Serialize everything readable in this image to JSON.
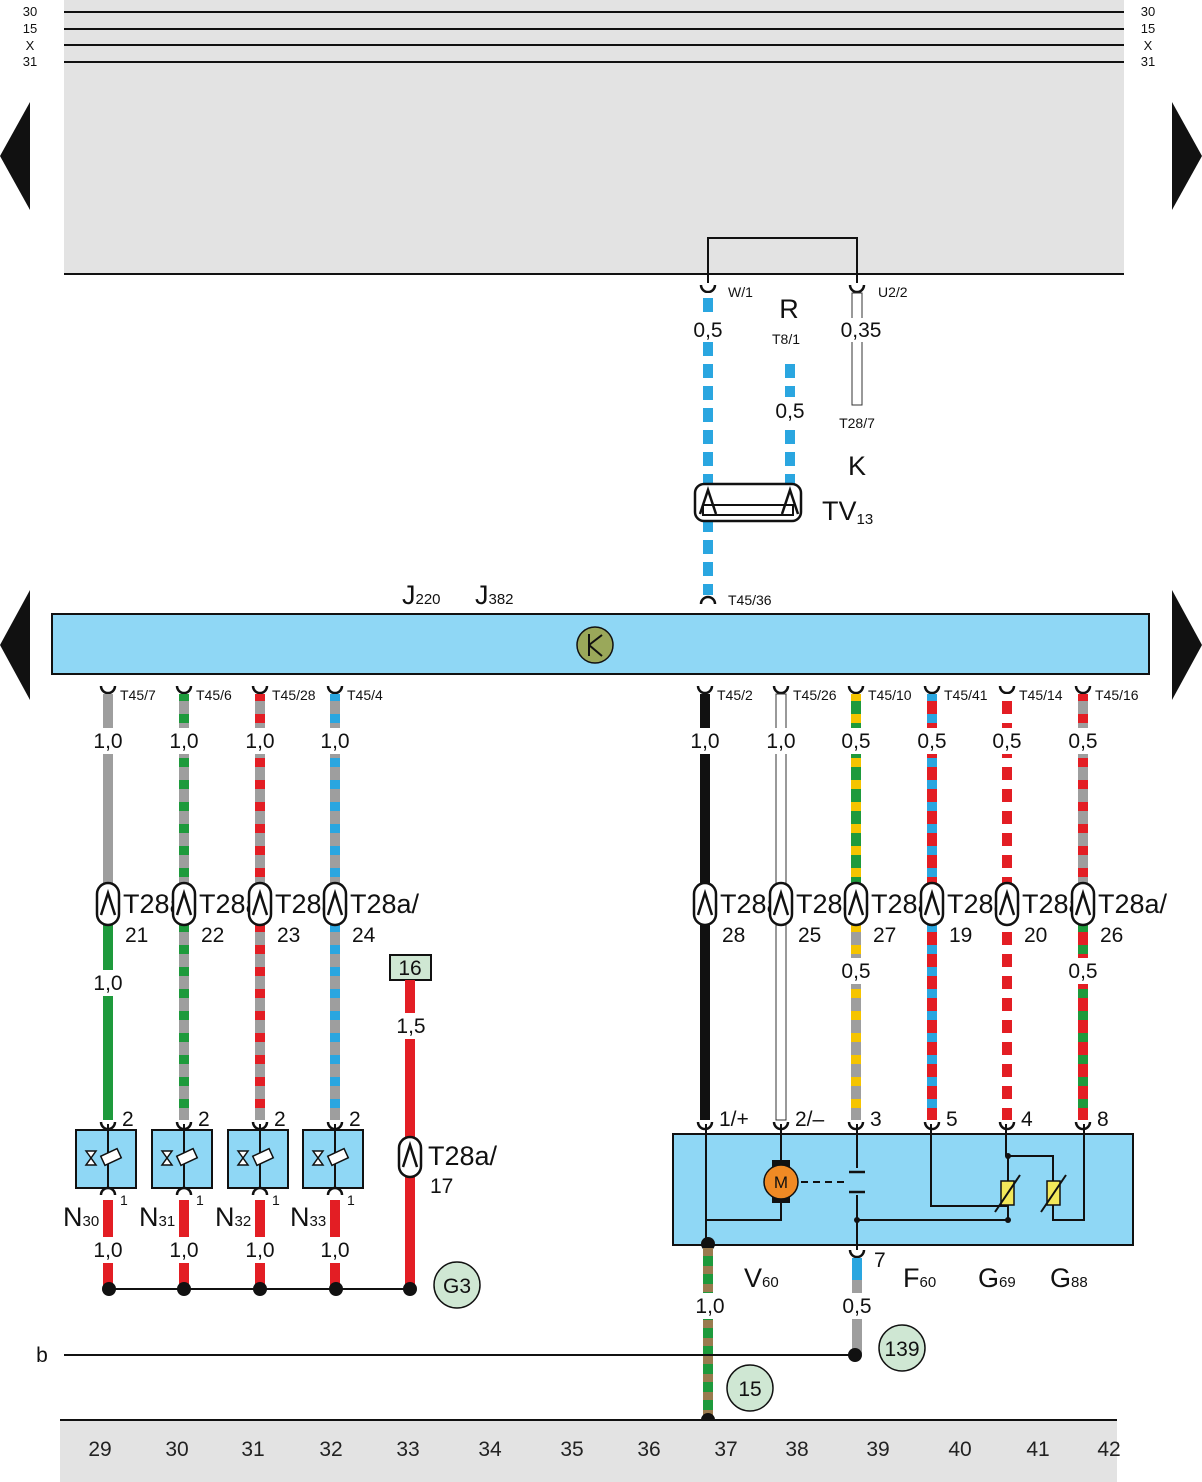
{
  "rails": {
    "left": [
      "30",
      "15",
      "X",
      "31"
    ],
    "right": [
      "30",
      "15",
      "X",
      "31"
    ]
  },
  "top": {
    "w1": "W/1",
    "u22": "U2/2",
    "r": "R",
    "t81": "T8/1",
    "s05a": "0,5",
    "s05b": "0,5",
    "s035": "0,35",
    "t287": "T28/7",
    "k": "K",
    "tv": "TV",
    "tv_sub": "13"
  },
  "ecu": {
    "j220": "J",
    "j220_sub": "220",
    "j382": "J",
    "j382_sub": "382",
    "t4536": "T45/36"
  },
  "channels": [
    {
      "pin": "T45/7",
      "s1": "1,0",
      "tc": "T28a/",
      "tn": "21",
      "s2": "1,0",
      "ep": "2",
      "bp": "1",
      "lb": "N",
      "lsub": "30",
      "s3": "1,0",
      "c1": "#9e9e9e",
      "c2": "#9e9e9e",
      "c3": "#1e9a3c",
      "c4": "#1e9a3c",
      "c5": "#e31e24",
      "c6": "#e31e24"
    },
    {
      "pin": "T45/6",
      "s1": "1,0",
      "tc": "T28a/",
      "tn": "22",
      "s2": "",
      "ep": "2",
      "bp": "1",
      "lb": "N",
      "lsub": "31",
      "s3": "1,0",
      "c1": "#9e9e9e",
      "c2": "#1e9a3c",
      "c3": "#9e9e9e",
      "c4": "#1e9a3c",
      "c5": "#e31e24",
      "c6": "#e31e24"
    },
    {
      "pin": "T45/28",
      "s1": "1,0",
      "tc": "T28a/",
      "tn": "23",
      "s2": "",
      "ep": "2",
      "bp": "1",
      "lb": "N",
      "lsub": "32",
      "s3": "1,0",
      "c1": "#9e9e9e",
      "c2": "#e31e24",
      "c3": "#9e9e9e",
      "c4": "#e31e24",
      "c5": "#e31e24",
      "c6": "#e31e24"
    },
    {
      "pin": "T45/4",
      "s1": "1,0",
      "tc": "T28a/",
      "tn": "24",
      "s2": "",
      "ep": "2",
      "bp": "1",
      "lb": "N",
      "lsub": "33",
      "s3": "1,0",
      "c1": "#9e9e9e",
      "c2": "#2aa6e0",
      "c3": "#9e9e9e",
      "c4": "#2aa6e0",
      "c5": "#e31e24",
      "c6": "#e31e24"
    },
    {
      "pin": "T45/2",
      "s1": "1,0",
      "tc": "T28a/",
      "tn": "28",
      "s2": "",
      "ep": "1/+",
      "c1": "#111111",
      "c2": "#111111",
      "c3": "#111111",
      "c4": "#111111"
    },
    {
      "pin": "T45/26",
      "s1": "1,0",
      "tc": "T28a/",
      "tn": "25",
      "s2": "",
      "ep": "2/–",
      "c1": "#ffffff",
      "c2": "#ffffff",
      "c3": "#ffffff",
      "c4": "#ffffff"
    },
    {
      "pin": "T45/10",
      "s1": "0,5",
      "tc": "T28a/",
      "tn": "27",
      "s2": "0,5",
      "ep": "3",
      "bp": "7",
      "s3": "0,5",
      "c1": "#1e9a3c",
      "c2": "#f5c400",
      "c3": "#9e9e9e",
      "c4": "#f5c400",
      "c5": "#9e9e9e",
      "c6": "#2aa6e0"
    },
    {
      "pin": "T45/41",
      "s1": "0,5",
      "tc": "T28a/",
      "tn": "19",
      "s2": "",
      "ep": "5",
      "c1": "#e31e24",
      "c2": "#2aa6e0",
      "c3": "#e31e24",
      "c4": "#2aa6e0"
    },
    {
      "pin": "T45/14",
      "s1": "0,5",
      "tc": "T28a/",
      "tn": "20",
      "s2": "",
      "ep": "4",
      "c1": "#e31e24",
      "c2": "#ffffff",
      "c3": "#e31e24",
      "c4": "#ffffff"
    },
    {
      "pin": "T45/16",
      "s1": "0,5",
      "tc": "T28a/",
      "tn": "26",
      "s2": "0,5",
      "ep": "8",
      "c1": "#9e9e9e",
      "c2": "#e31e24",
      "c3": "#e31e24",
      "c4": "#1e9a3c"
    }
  ],
  "fuse": {
    "box": "16",
    "size": "1,5",
    "tc": "T28a/",
    "tn": "17",
    "ground": "G3"
  },
  "motor": {
    "m": "M",
    "v": "V",
    "vsub": "60",
    "f": "F",
    "fsub": "60",
    "g69": "G",
    "g69sub": "69",
    "g88": "G",
    "g88sub": "88"
  },
  "lower": {
    "s37": "1,0",
    "b": "b",
    "g139": "139",
    "g15": "15"
  },
  "columns": [
    "29",
    "30",
    "31",
    "32",
    "33",
    "34",
    "35",
    "36",
    "37",
    "38",
    "39",
    "40",
    "41",
    "42"
  ],
  "colors": {
    "panel": "#e3e3e3",
    "ecu": "#8fd7f5",
    "rail": "#111111"
  }
}
